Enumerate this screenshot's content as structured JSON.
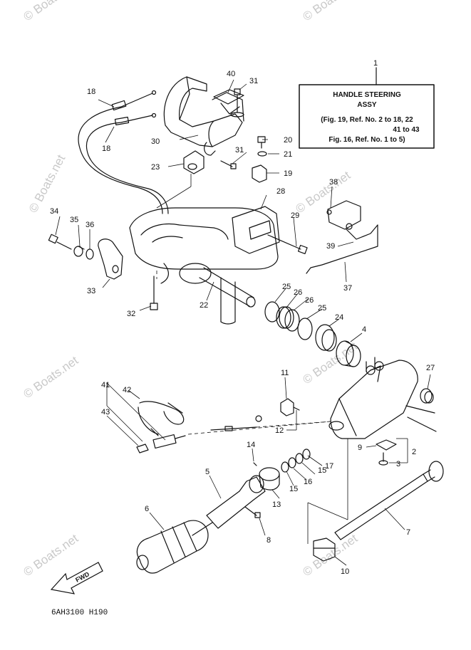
{
  "watermark": "© Boats.net",
  "title_box": {
    "number": "1",
    "lines": [
      "HANDLE STEERING",
      "ASSY",
      "(Fig. 19, Ref. No. 2 to 18, 22",
      "41 to 43",
      "Fig. 16, Ref. No. 1 to 5)"
    ]
  },
  "fwd_label": "FWD",
  "diagram_code": "6AH3100 H190",
  "callouts": [
    {
      "id": "c1",
      "label": "1"
    },
    {
      "id": "c2",
      "label": "2"
    },
    {
      "id": "c3",
      "label": "3"
    },
    {
      "id": "c4",
      "label": "4"
    },
    {
      "id": "c5",
      "label": "5"
    },
    {
      "id": "c6",
      "label": "6"
    },
    {
      "id": "c7",
      "label": "7"
    },
    {
      "id": "c8",
      "label": "8"
    },
    {
      "id": "c9",
      "label": "9"
    },
    {
      "id": "c10",
      "label": "10"
    },
    {
      "id": "c11",
      "label": "11"
    },
    {
      "id": "c12",
      "label": "12"
    },
    {
      "id": "c13",
      "label": "13"
    },
    {
      "id": "c14",
      "label": "14"
    },
    {
      "id": "c15a",
      "label": "15"
    },
    {
      "id": "c15b",
      "label": "15"
    },
    {
      "id": "c16",
      "label": "16"
    },
    {
      "id": "c17",
      "label": "17"
    },
    {
      "id": "c18a",
      "label": "18"
    },
    {
      "id": "c18b",
      "label": "18"
    },
    {
      "id": "c19",
      "label": "19"
    },
    {
      "id": "c20",
      "label": "20"
    },
    {
      "id": "c21",
      "label": "21"
    },
    {
      "id": "c22",
      "label": "22"
    },
    {
      "id": "c23",
      "label": "23"
    },
    {
      "id": "c24",
      "label": "24"
    },
    {
      "id": "c25a",
      "label": "25"
    },
    {
      "id": "c25b",
      "label": "25"
    },
    {
      "id": "c26a",
      "label": "26"
    },
    {
      "id": "c26b",
      "label": "26"
    },
    {
      "id": "c27",
      "label": "27"
    },
    {
      "id": "c28",
      "label": "28"
    },
    {
      "id": "c29",
      "label": "29"
    },
    {
      "id": "c30",
      "label": "30"
    },
    {
      "id": "c31a",
      "label": "31"
    },
    {
      "id": "c31b",
      "label": "31"
    },
    {
      "id": "c32",
      "label": "32"
    },
    {
      "id": "c33",
      "label": "33"
    },
    {
      "id": "c34",
      "label": "34"
    },
    {
      "id": "c35",
      "label": "35"
    },
    {
      "id": "c36",
      "label": "36"
    },
    {
      "id": "c37",
      "label": "37"
    },
    {
      "id": "c38",
      "label": "38"
    },
    {
      "id": "c39",
      "label": "39"
    },
    {
      "id": "c40",
      "label": "40"
    },
    {
      "id": "c41",
      "label": "41"
    },
    {
      "id": "c42",
      "label": "42"
    },
    {
      "id": "c43",
      "label": "43"
    }
  ]
}
